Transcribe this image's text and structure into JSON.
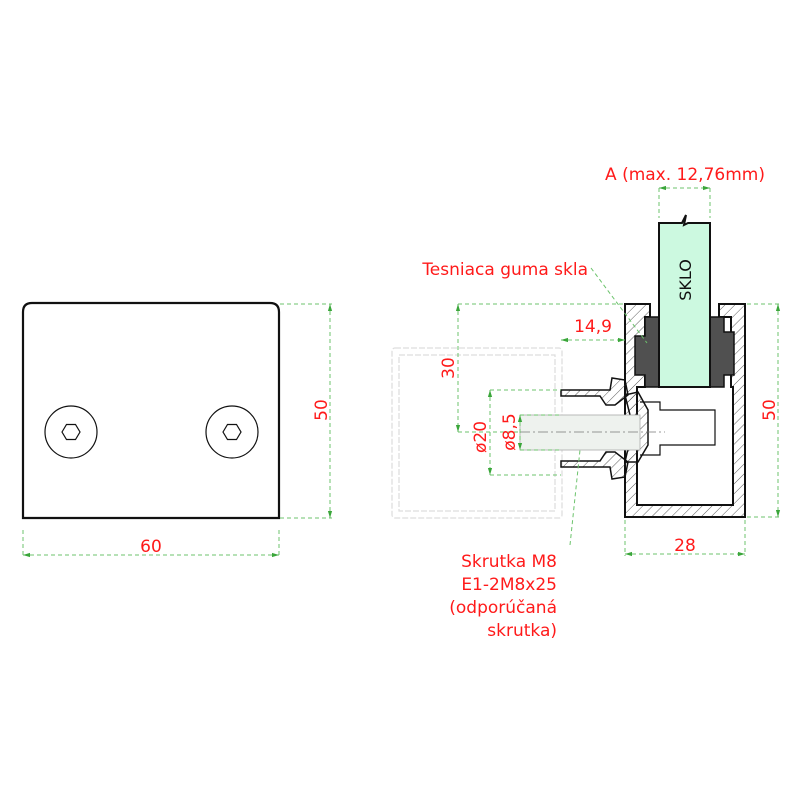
{
  "front_view": {
    "dim_height": "50",
    "dim_width": "60"
  },
  "section_view": {
    "glass_label": "SKLO",
    "dim_glass": "A (max. 12,76mm)",
    "dim_offset": "14,9",
    "dim_center": "30",
    "dim_flange_dia": "ø20",
    "dim_bolt_dia": "ø8,5",
    "dim_height": "50",
    "dim_width": "28",
    "gasket_label": "Tesniaca guma skla",
    "screw_label": [
      "Skrutka M8",
      "E1-2M8x25",
      "(odporúčaná",
      "skrutka)"
    ]
  },
  "colors": {
    "dimension_text": "#ff1a1a",
    "dimension_line": "#6cc36c",
    "glass": "#ccf9e0",
    "gasket": "#505050"
  }
}
